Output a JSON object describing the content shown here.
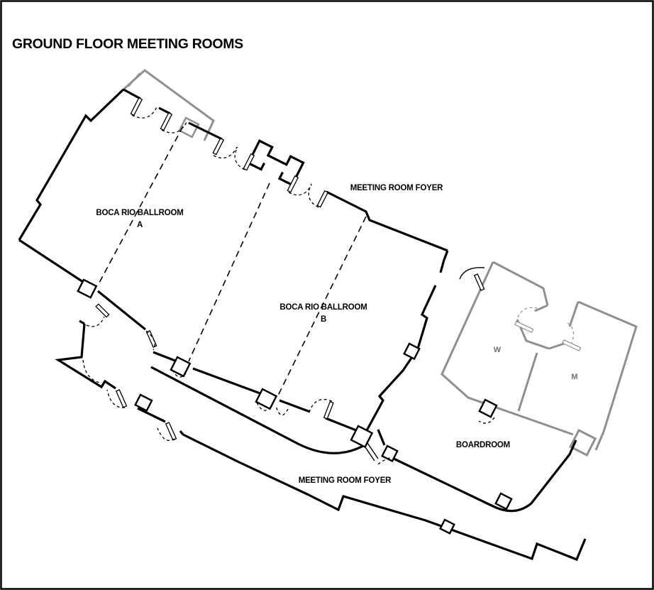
{
  "title": "GROUND FLOOR MEETING ROOMS",
  "colors": {
    "wall_primary": "#000000",
    "wall_secondary": "#8f8f8f",
    "background": "#ffffff",
    "label_secondary": "#6e6e6e"
  },
  "rooms": {
    "ballroom_a": {
      "label": "BOCA RIO BALLROOM",
      "section": "A"
    },
    "ballroom_b": {
      "label": "BOCA RIO BALLROOM",
      "section": "B"
    },
    "foyer_upper": {
      "label": "MEETING ROOM FOYER"
    },
    "foyer_lower": {
      "label": "MEETING ROOM FOYER"
    },
    "boardroom": {
      "label": "BOARDROOM"
    },
    "restroom_women": {
      "label": "W"
    },
    "restroom_men": {
      "label": "M"
    }
  }
}
